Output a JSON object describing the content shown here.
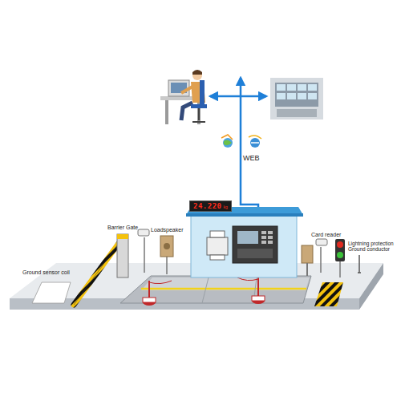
{
  "diagram": {
    "nodes": [
      {
        "text": [
          "24.220",
          "kg"
        ]
      }
    ],
    "labels": [
      "WEB",
      "Barrier Gate",
      "Loadspeaker",
      "Card reader",
      "Lightning protection Ground conductor",
      "Ground sensor coil"
    ]
  }
}
